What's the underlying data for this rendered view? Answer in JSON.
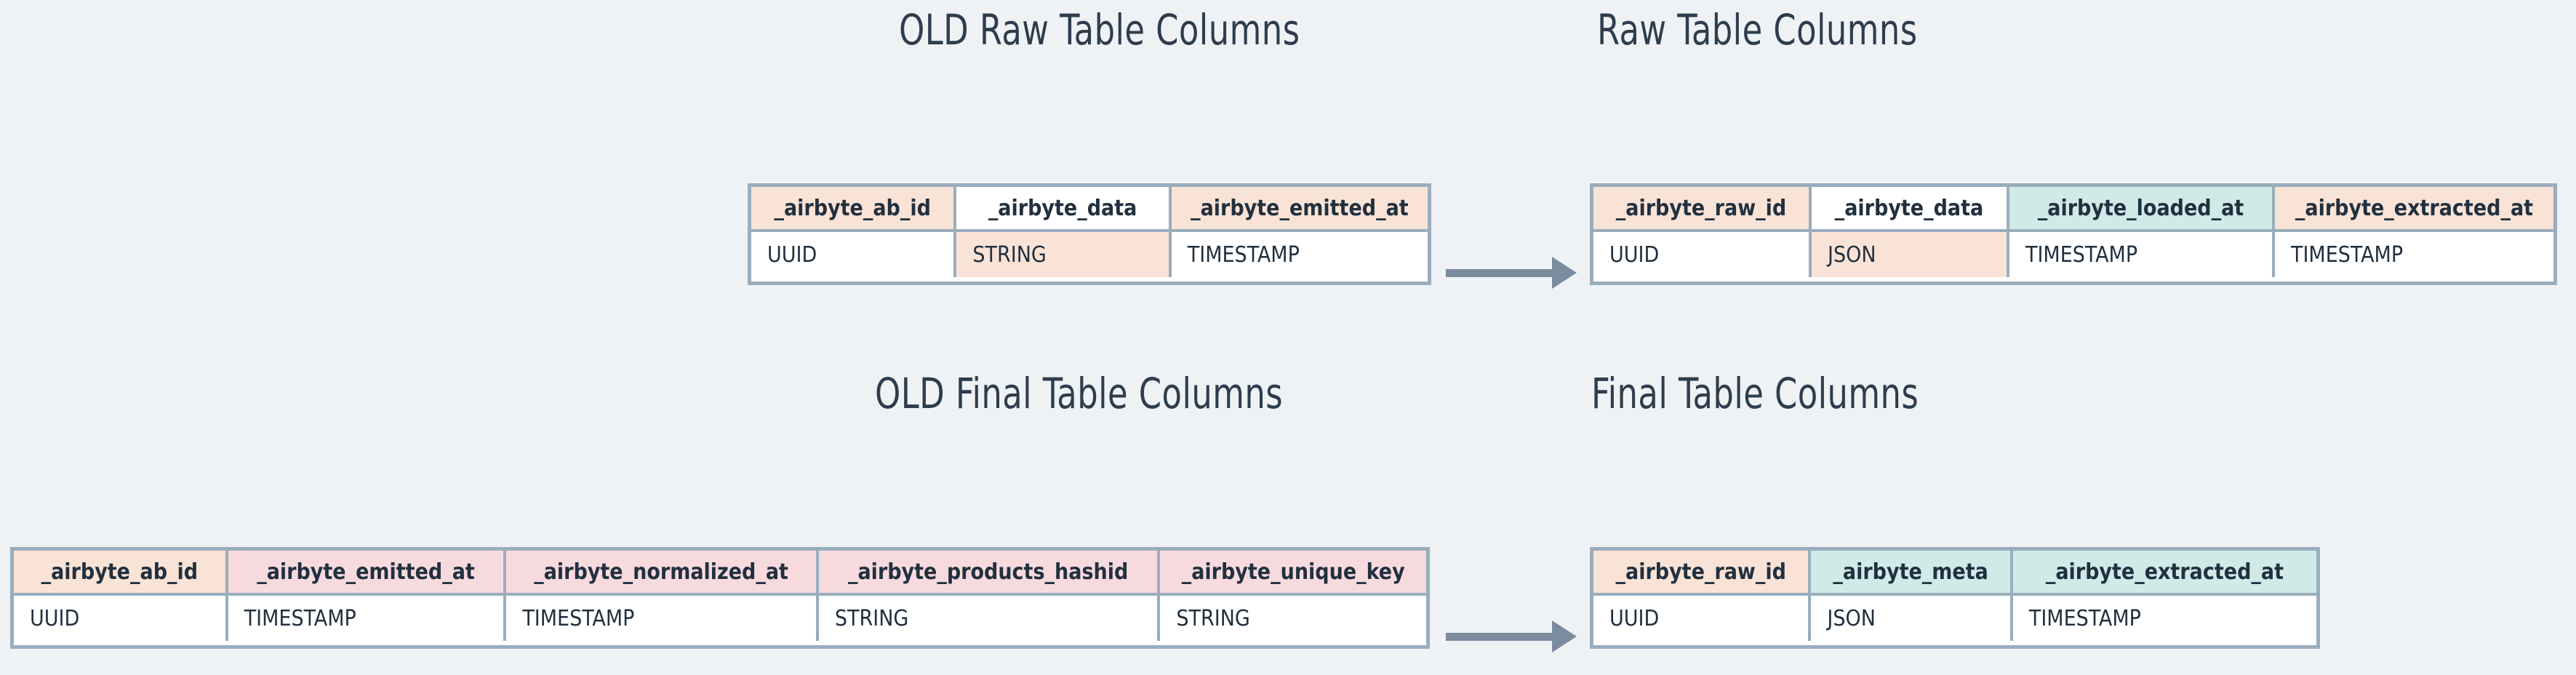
{
  "colors": {
    "background": "#eff2f5",
    "title_text": "#2e3d4d",
    "border": "#9aadbd",
    "arrow": "#7b8c9e",
    "peach": "#f9e3d6",
    "pink": "#f7dade",
    "teal": "#cfeae7",
    "white": "#ffffff",
    "cell_text": "#21303f"
  },
  "sections": {
    "raw": {
      "old_title": "OLD Raw Table Columns",
      "new_title": "Raw Table Columns",
      "arrow_icon": "arrow-right-icon",
      "old_table": {
        "columns": [
          {
            "name": "_airbyte_ab_id",
            "type": "UUID",
            "header_color": "peach",
            "type_color": "white"
          },
          {
            "name": "_airbyte_data",
            "type": "STRING",
            "header_color": "white",
            "type_color": "peach"
          },
          {
            "name": "_airbyte_emitted_at",
            "type": "TIMESTAMP",
            "header_color": "peach",
            "type_color": "white"
          }
        ]
      },
      "new_table": {
        "columns": [
          {
            "name": "_airbyte_raw_id",
            "type": "UUID",
            "header_color": "peach",
            "type_color": "white"
          },
          {
            "name": "_airbyte_data",
            "type": "JSON",
            "header_color": "white",
            "type_color": "peach"
          },
          {
            "name": "_airbyte_loaded_at",
            "type": "TIMESTAMP",
            "header_color": "teal",
            "type_color": "white"
          },
          {
            "name": "_airbyte_extracted_at",
            "type": "TIMESTAMP",
            "header_color": "peach",
            "type_color": "white"
          }
        ]
      }
    },
    "final": {
      "old_title": "OLD Final Table Columns",
      "new_title": "Final Table Columns",
      "arrow_icon": "arrow-right-icon",
      "old_table": {
        "columns": [
          {
            "name": "_airbyte_ab_id",
            "type": "UUID",
            "header_color": "peach",
            "type_color": "white"
          },
          {
            "name": "_airbyte_emitted_at",
            "type": "TIMESTAMP",
            "header_color": "pink",
            "type_color": "white"
          },
          {
            "name": "_airbyte_normalized_at",
            "type": "TIMESTAMP",
            "header_color": "pink",
            "type_color": "white"
          },
          {
            "name": "_airbyte_products_hashid",
            "type": "STRING",
            "header_color": "pink",
            "type_color": "white"
          },
          {
            "name": "_airbyte_unique_key",
            "type": "STRING",
            "header_color": "pink",
            "type_color": "white"
          }
        ]
      },
      "new_table": {
        "columns": [
          {
            "name": "_airbyte_raw_id",
            "type": "UUID",
            "header_color": "peach",
            "type_color": "white"
          },
          {
            "name": "_airbyte_meta",
            "type": "JSON",
            "header_color": "teal",
            "type_color": "white"
          },
          {
            "name": "_airbyte_extracted_at",
            "type": "TIMESTAMP",
            "header_color": "teal",
            "type_color": "white"
          }
        ]
      }
    }
  }
}
